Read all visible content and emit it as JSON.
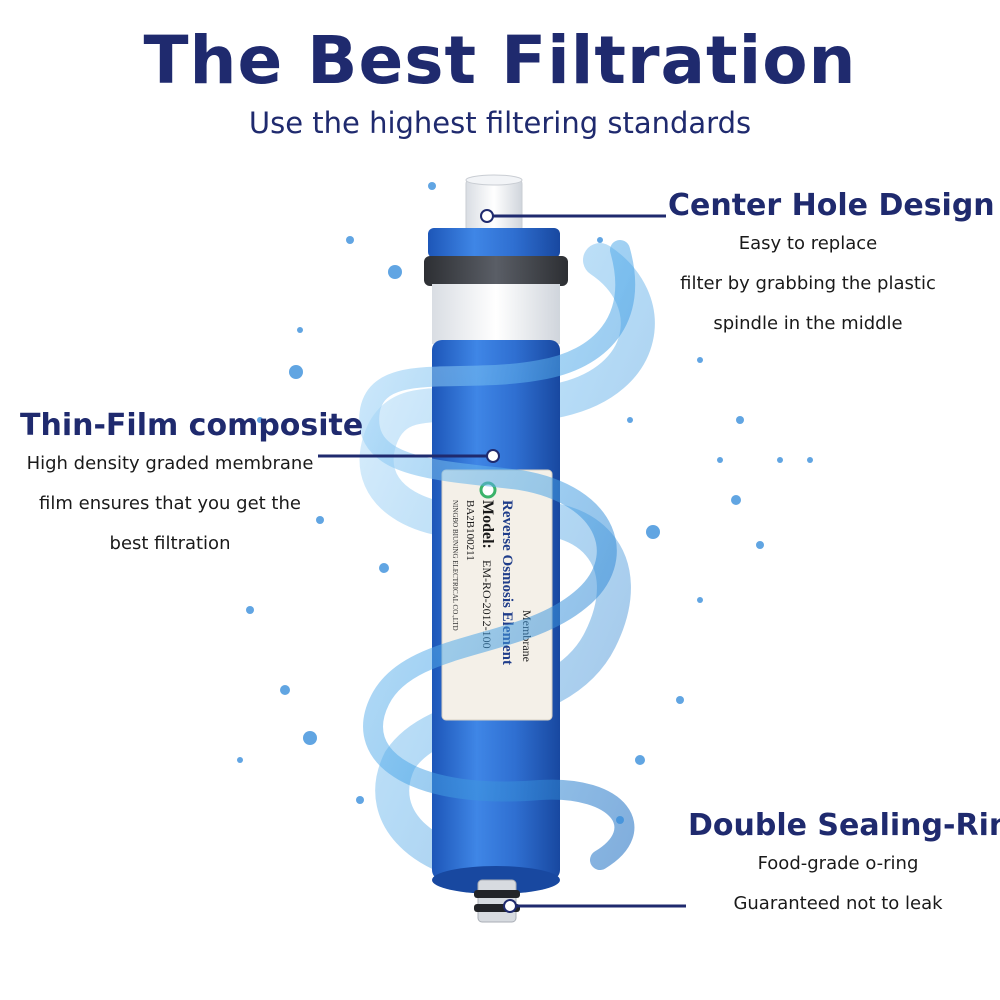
{
  "header": {
    "title": "The Best Filtration",
    "subtitle": "Use the highest filtering standards"
  },
  "features": {
    "center_hole": {
      "title": "Center Hole Design",
      "lines": [
        "Easy to replace",
        "filter by grabbing the plastic",
        "spindle in the middle"
      ]
    },
    "thin_film": {
      "title": "Thin-Film composite",
      "lines": [
        "High density graded membrane",
        "film ensures that you get the",
        "best filtration"
      ]
    },
    "sealing_ring": {
      "title": "Double Sealing-Ring",
      "lines": [
        "Food-grade o-ring",
        "Guaranteed not to leak"
      ]
    }
  },
  "product_label": {
    "line1": "Reverse Osmosis Element",
    "line2": "Membrane",
    "model_label": "Model:",
    "model_value": "EM-RO-2012-100",
    "serial": "BA2B100211",
    "maker": "NINGBO BIUNING ELECTRICAL CO.,LTD"
  },
  "colors": {
    "heading": "#1f2a6e",
    "text": "#1a1a1a",
    "filter_blue": "#2f6fd1",
    "leader_line": "#1f2a6e",
    "water": "#4aa6e8"
  }
}
